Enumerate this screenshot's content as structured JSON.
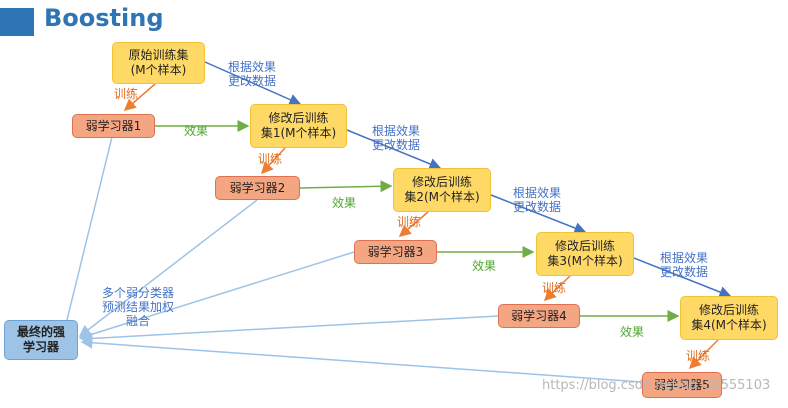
{
  "title": "Boosting",
  "original_set": "原始训练集\n(M个样本)",
  "modified_sets": [
    "修改后训练\n集1(M个样本)",
    "修改后训练\n集2(M个样本)",
    "修改后训练\n集3(M个样本)",
    "修改后训练\n集4(M个样本)"
  ],
  "weak_learners": [
    "弱学习器1",
    "弱学习器2",
    "弱学习器3",
    "弱学习器4",
    "弱学习器5"
  ],
  "final_learner": "最终的强\n学习器",
  "train_label": "训练",
  "effect_label": "效果",
  "update_label": "根据效果\n更改数据",
  "combine_label": "多个弱分类器\n预测结果加权\n融合",
  "watermark": "https://blog.csdn.net/qq_36555103",
  "colors": {
    "title": "#2e75b6",
    "dataset_fill": "#ffd966",
    "learner_fill": "#f4a582",
    "final_fill": "#9dc3e6",
    "blue_text": "#4472c4",
    "green_text": "#4ea72e",
    "orange_text": "#e06c1e"
  }
}
